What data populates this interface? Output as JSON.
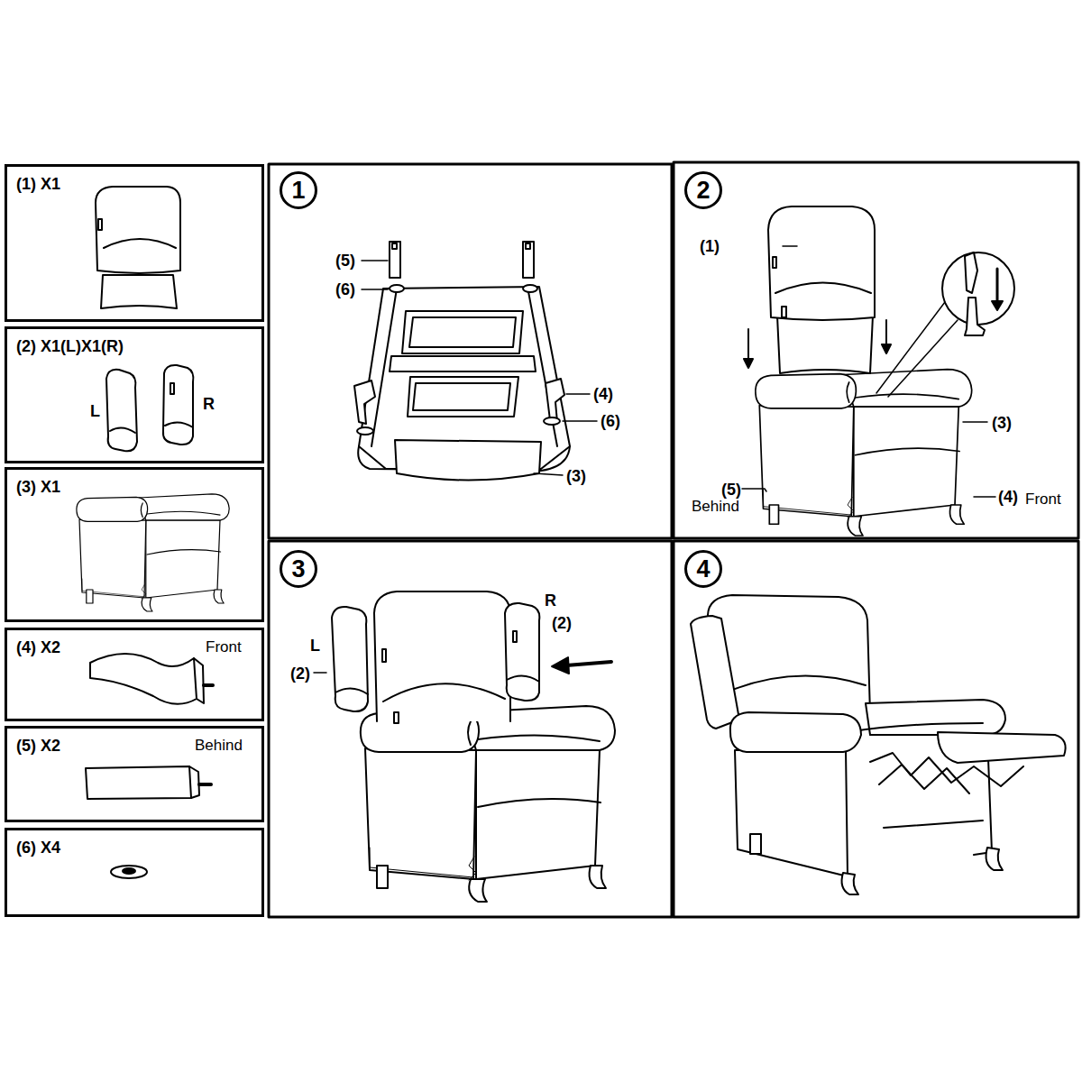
{
  "diagram": {
    "nodes": [
      {
        "text": [
          "(1) X1"
        ]
      },
      {
        "text": [
          "(2) X1(L)X1(R)",
          "L",
          "R"
        ]
      },
      {
        "text": [
          "(3) X1"
        ]
      },
      {
        "text": [
          "(4) X2",
          "Front"
        ]
      },
      {
        "text": [
          "(5) X2",
          "Behind"
        ]
      },
      {
        "text": [
          "(6) X4"
        ]
      },
      {
        "text": [
          "1"
        ]
      },
      {
        "text": [
          "2"
        ]
      },
      {
        "text": [
          "3"
        ]
      },
      {
        "text": [
          "4"
        ]
      }
    ],
    "labels": [
      "(5)",
      "(6)",
      "(4)",
      "(6)",
      "(3)",
      "(1)",
      "(3)",
      "(5)",
      "Behind",
      "(4)",
      "Front",
      "L",
      "(2)",
      "R",
      "(2)"
    ]
  }
}
